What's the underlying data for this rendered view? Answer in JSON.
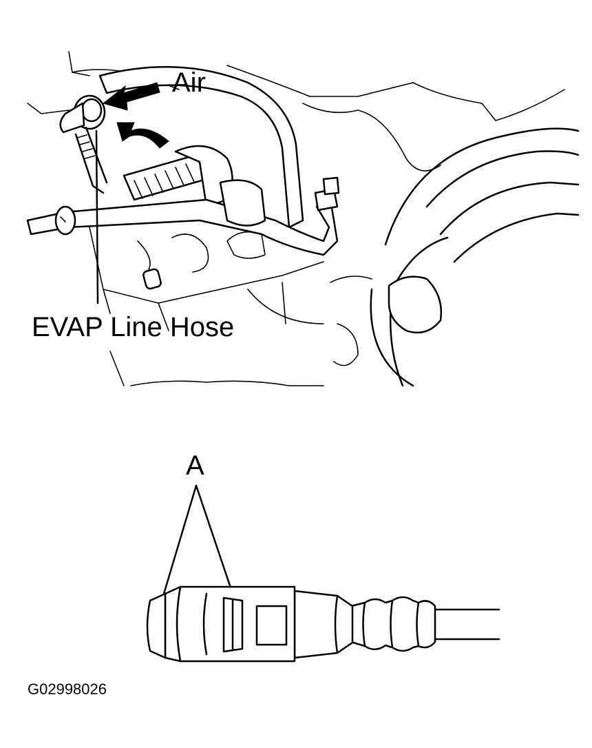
{
  "labels": {
    "air": "Air",
    "evap_line_hose": "EVAP Line Hose",
    "part_a": "A",
    "figure_id": "G02998026"
  }
}
